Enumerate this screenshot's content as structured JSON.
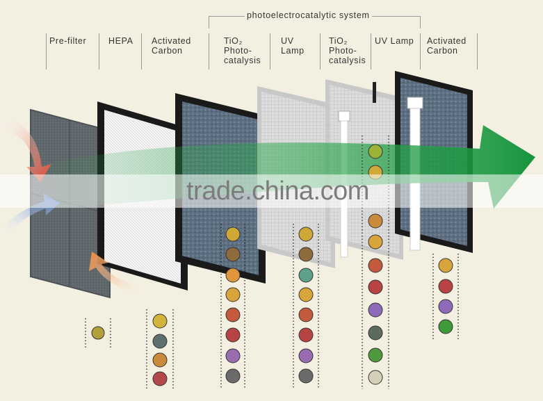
{
  "header": {
    "system_label": "photoelectrocatalytic system",
    "stages": [
      {
        "label": "Pre-filter"
      },
      {
        "label": "HEPA"
      },
      {
        "label": "Activated\nCarbon"
      },
      {
        "label": "TiO₂\nPhoto-\ncatalysis"
      },
      {
        "label": "UV\nLamp"
      },
      {
        "label": "TiO₂\nPhoto-\ncatalysis"
      },
      {
        "label": "UV Lamp"
      },
      {
        "label": "Activated\nCarbon"
      }
    ]
  },
  "watermark": "trade.china.com",
  "colors": {
    "background": "#f3f0e2",
    "airflow_arrow": "#2ea84f",
    "warm_air": "#e8452a",
    "cool_air": "#4a78c8",
    "filter_frame": "#1a1a1a",
    "prefilter_mesh": "#5c6468"
  },
  "icons": {
    "contaminant": "germ-icon",
    "uv_lamp": "uv-lamp-icon"
  }
}
